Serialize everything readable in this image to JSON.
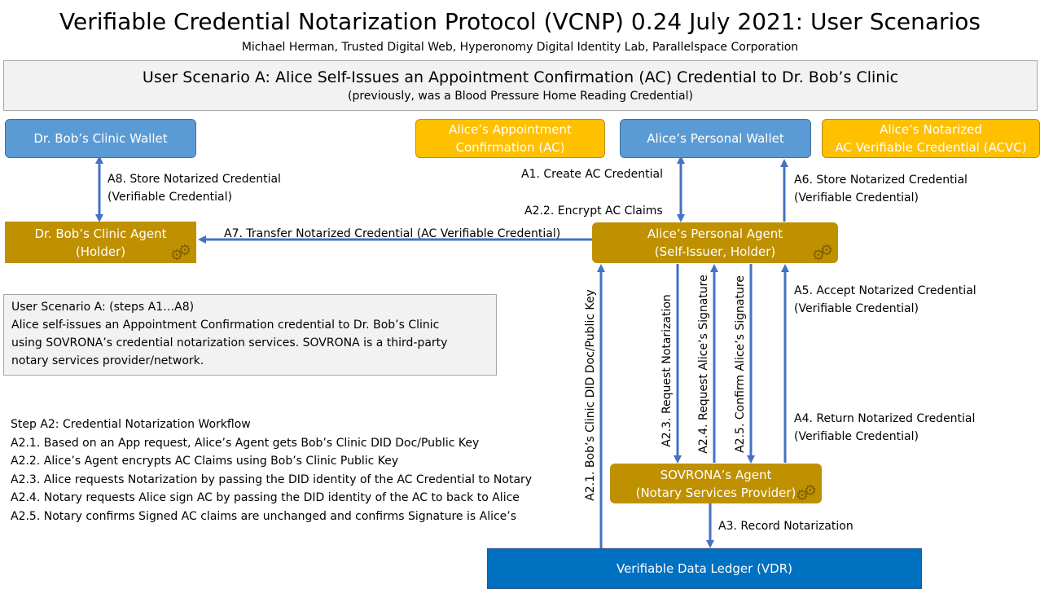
{
  "title": "Verifiable Credential Notarization Protocol (VCNP) 0.24 July 2021: User Scenarios",
  "subtitle": "Michael Herman, Trusted Digital Web, Hyperonomy Digital Identity Lab, Parallelspace Corporation",
  "banner": {
    "heading": "User Scenario A: Alice Self-Issues an Appointment Confirmation (AC) Credential to Dr. Bob’s Clinic",
    "note": "(previously, was a Blood Pressure Home Reading Credential)"
  },
  "nodes": {
    "bob_wallet": "Dr. Bob’s Clinic Wallet",
    "alice_ac": [
      "Alice’s Appointment",
      "Confirmation (AC)"
    ],
    "alice_wallet": "Alice’s Personal Wallet",
    "alice_acvc": [
      "Alice’s Notarized",
      "AC Verifiable Credential (ACVC)"
    ],
    "bob_agent": [
      "Dr. Bob’s Clinic Agent",
      "(Holder)"
    ],
    "alice_agent": [
      "Alice’s Personal Agent",
      "(Self-Issuer, Holder)"
    ],
    "sovrona_agent": [
      "SOVRONA’s Agent",
      "(Notary Services Provider)"
    ],
    "vdr": "Verifiable Data Ledger (VDR)"
  },
  "edges": {
    "a8": [
      "A8. Store Notarized Credential",
      "(Verifiable Credential)"
    ],
    "a7": "A7. Transfer Notarized Credential (AC Verifiable Credential)",
    "a1": "A1. Create AC Credential",
    "a22": "A2.2. Encrypt AC Claims",
    "a6": [
      "A6. Store Notarized Credential",
      "(Verifiable Credential)"
    ],
    "a5": [
      "A5. Accept Notarized Credential",
      "(Verifiable Credential)"
    ],
    "a4": [
      "A4. Return Notarized Credential",
      "(Verifiable Credential)"
    ],
    "a3": "A3. Record Notarization",
    "a21": "A2.1. Bob’s Clinic DID Doc/Public Key",
    "a23": "A2.3. Request Notarization",
    "a24": "A2.4. Request Alice’s Signature",
    "a25": "A2.5. Confirm Alice’s Signature"
  },
  "scenario_note": [
    "User Scenario A: (steps A1…A8)",
    "Alice self-issues an Appointment Confirmation credential to Dr. Bob’s Clinic",
    "using SOVRONA’s credential notarization services. SOVRONA is a third-party",
    "notary services provider/network."
  ],
  "workflow": [
    "Step A2: Credential Notarization Workflow",
    "A2.1. Based on an App request, Alice’s Agent gets Bob’s Clinic DID Doc/Public Key",
    "A2.2. Alice’s Agent encrypts AC Claims using Bob’s Clinic Public Key",
    "A2.3. Alice requests Notarization by passing the DID identity of the AC Credential to Notary",
    "A2.4. Notary requests Alice sign AC by passing the DID identity of the AC to back to Alice",
    "A2.5. Notary confirms Signed AC claims are unchanged and confirms Signature is Alice’s"
  ],
  "colors": {
    "arrow": "#4472c4",
    "wallet": "#5b9bd5",
    "credential": "#ffc000",
    "agent": "#bf9000",
    "ledger": "#0070c0"
  }
}
